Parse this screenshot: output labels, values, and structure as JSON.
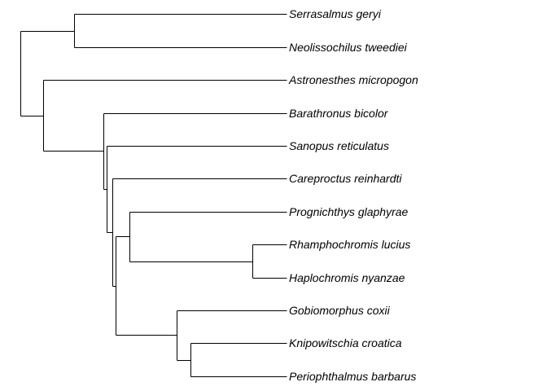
{
  "tree": {
    "tips": [
      {
        "id": "t1",
        "label": "Serrasalmus geryi"
      },
      {
        "id": "t2",
        "label": "Neolissochilus tweediei"
      },
      {
        "id": "t3",
        "label": "Astronesthes micropogon"
      },
      {
        "id": "t4",
        "label": "Barathronus bicolor"
      },
      {
        "id": "t5",
        "label": "Sanopus reticulatus"
      },
      {
        "id": "t6",
        "label": "Careproctus reinhardti"
      },
      {
        "id": "t7",
        "label": "Prognichthys glaphyrae"
      },
      {
        "id": "t8",
        "label": "Rhamphochromis lucius"
      },
      {
        "id": "t9",
        "label": "Haplochromis nyanzae"
      },
      {
        "id": "t10",
        "label": "Gobiomorphus coxii"
      },
      {
        "id": "t11",
        "label": "Knipowitschia croatica"
      },
      {
        "id": "t12",
        "label": "Periophthalmus barbarus"
      }
    ]
  }
}
